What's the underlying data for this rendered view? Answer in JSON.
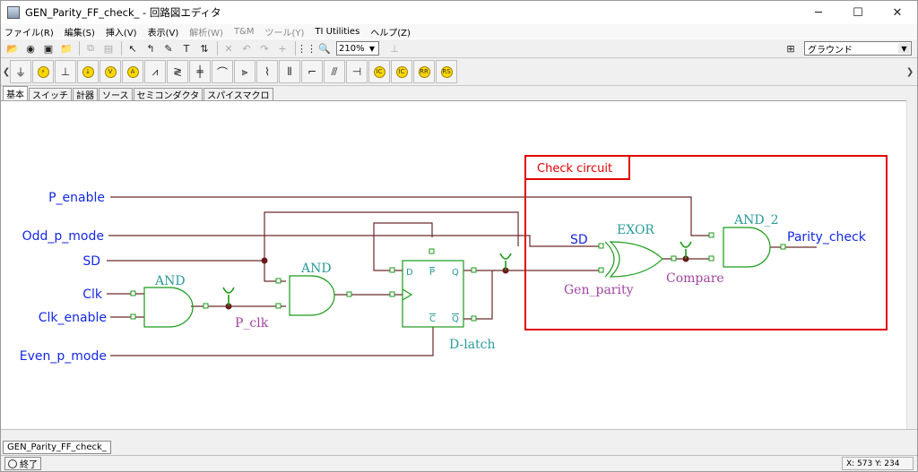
{
  "window": {
    "title": "GEN_Parity_FF_check_ - 回路図エディタ",
    "minimize": "─",
    "maximize": "☐",
    "close": "✕"
  },
  "menu": [
    "ファイル(R)",
    "編集(S)",
    "挿入(V)",
    "表示(V)",
    "解析(W)",
    "T&M",
    "ツール(Y)",
    "TI Utilities",
    "ヘルプ(Z)"
  ],
  "toolbar": {
    "zoom": "210%",
    "layer": "グラウンド"
  },
  "component_tabs": [
    "基本",
    "スイッチ",
    "計器",
    "ソース",
    "セミコンダクタ",
    "スパイスマクロ"
  ],
  "circuit": {
    "inputs": [
      "P_enable",
      "Odd_p_mode",
      "SD",
      "Clk",
      "Clk_enable",
      "Even_p_mode"
    ],
    "output": "Parity_check",
    "box_label": "Check circuit",
    "box_color": "#e00000",
    "gates": {
      "and1": "AND",
      "and2": "AND",
      "xor": "EXOR",
      "and3": "AND_2",
      "latch": "D-latch"
    },
    "latch_pins": {
      "d": "D",
      "p": "P",
      "q": "Q",
      "c": "C",
      "qbar": "Q"
    },
    "net_labels": {
      "sd": "SD",
      "gen_parity": "Gen_parity",
      "compare": "Compare",
      "p_clk": "P_clk"
    },
    "colors": {
      "label_blue": "#1428e6",
      "gate_green": "#1a9a1a",
      "wire": "#6b2a2a",
      "net_purple": "#a0449f",
      "teal": "#2a9a9a"
    }
  },
  "sheet_tab": "GEN_Parity_FF_check_",
  "status": {
    "end_button": "終了",
    "coords": "X: 573  Y: 234"
  }
}
